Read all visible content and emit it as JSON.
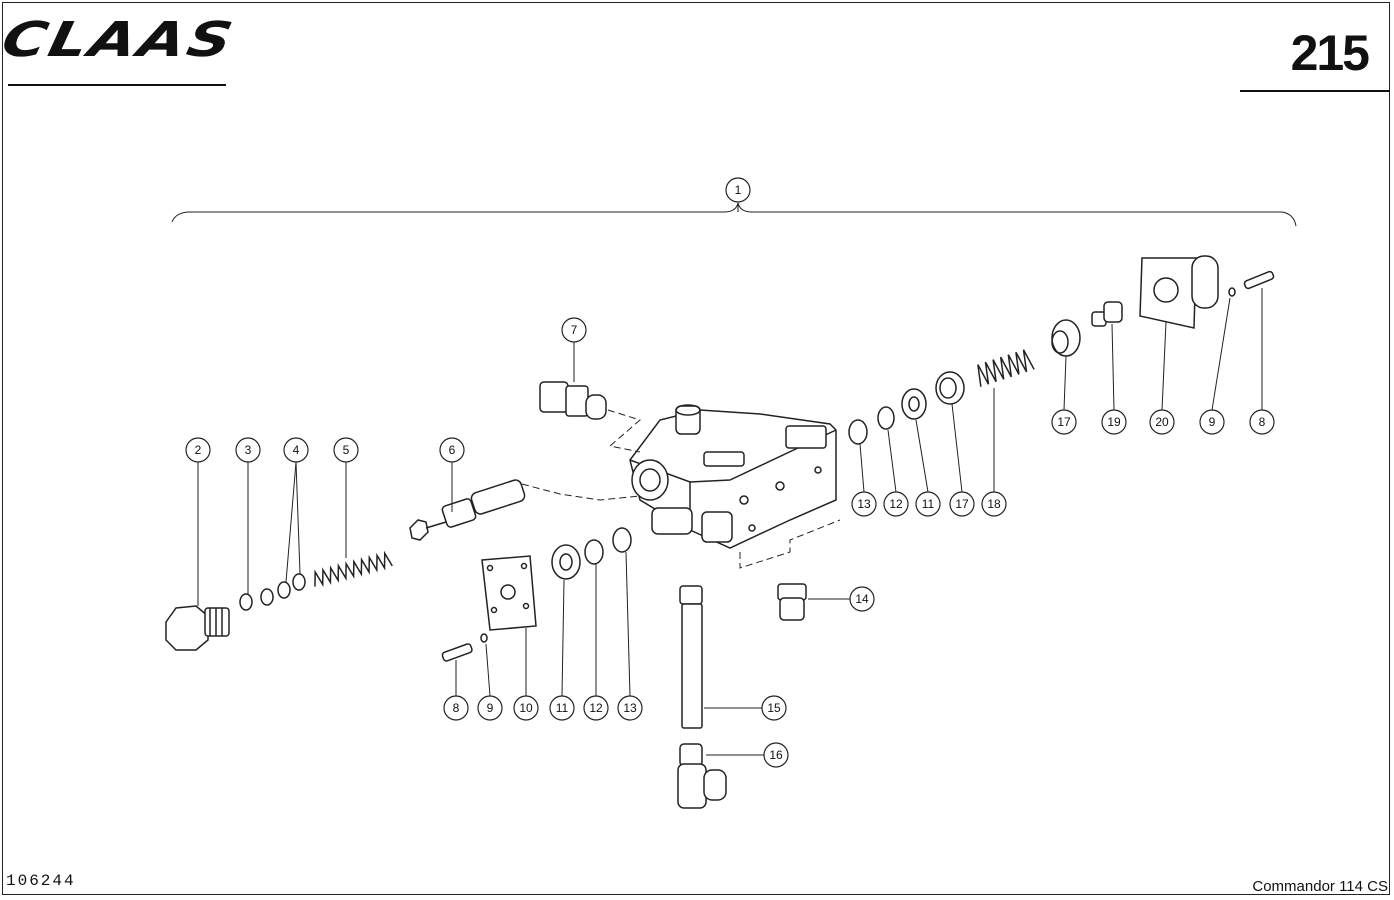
{
  "header": {
    "brand": "CLAAS",
    "page_number": "215"
  },
  "footer": {
    "document_number": "106244",
    "model": "Commandor 114 CS"
  },
  "callouts": [
    {
      "label": "1"
    },
    {
      "label": "2"
    },
    {
      "label": "3"
    },
    {
      "label": "4"
    },
    {
      "label": "5"
    },
    {
      "label": "6"
    },
    {
      "label": "7"
    },
    {
      "label": "8"
    },
    {
      "label": "9"
    },
    {
      "label": "10"
    },
    {
      "label": "11"
    },
    {
      "label": "12"
    },
    {
      "label": "13"
    },
    {
      "label": "14"
    },
    {
      "label": "15"
    },
    {
      "label": "16"
    },
    {
      "label": "13"
    },
    {
      "label": "12"
    },
    {
      "label": "11"
    },
    {
      "label": "17"
    },
    {
      "label": "18"
    },
    {
      "label": "17"
    },
    {
      "label": "19"
    },
    {
      "label": "20"
    },
    {
      "label": "9"
    },
    {
      "label": "8"
    }
  ]
}
